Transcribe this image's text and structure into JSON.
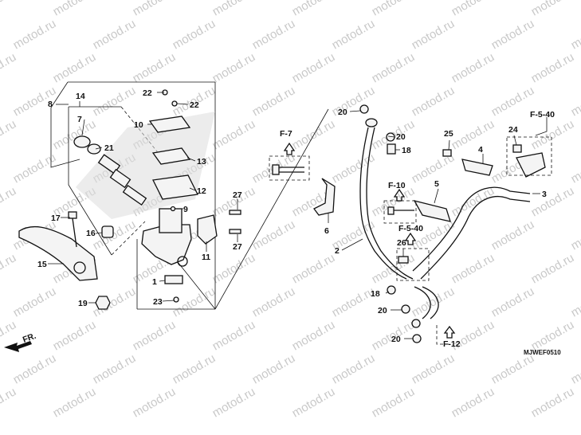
{
  "watermark": "motod.ru",
  "diagram_code": "MJWEF0510",
  "direction_marker": "FR.",
  "callouts": {
    "1": "1",
    "2": "2",
    "3": "3",
    "4": "4",
    "5": "5",
    "6": "6",
    "7": "7",
    "8": "8",
    "9": "9",
    "10": "10",
    "11": "11",
    "12": "12",
    "13": "13",
    "14": "14",
    "15": "15",
    "16": "16",
    "17": "17",
    "18": "18",
    "19": "19",
    "20": "20",
    "21": "21",
    "22": "22",
    "23": "23",
    "24": "24",
    "25": "25",
    "26": "26",
    "27": "27"
  },
  "references": {
    "f7": "F-7",
    "f10": "F-10",
    "f540": "F-5-40",
    "f12": "F-12"
  }
}
